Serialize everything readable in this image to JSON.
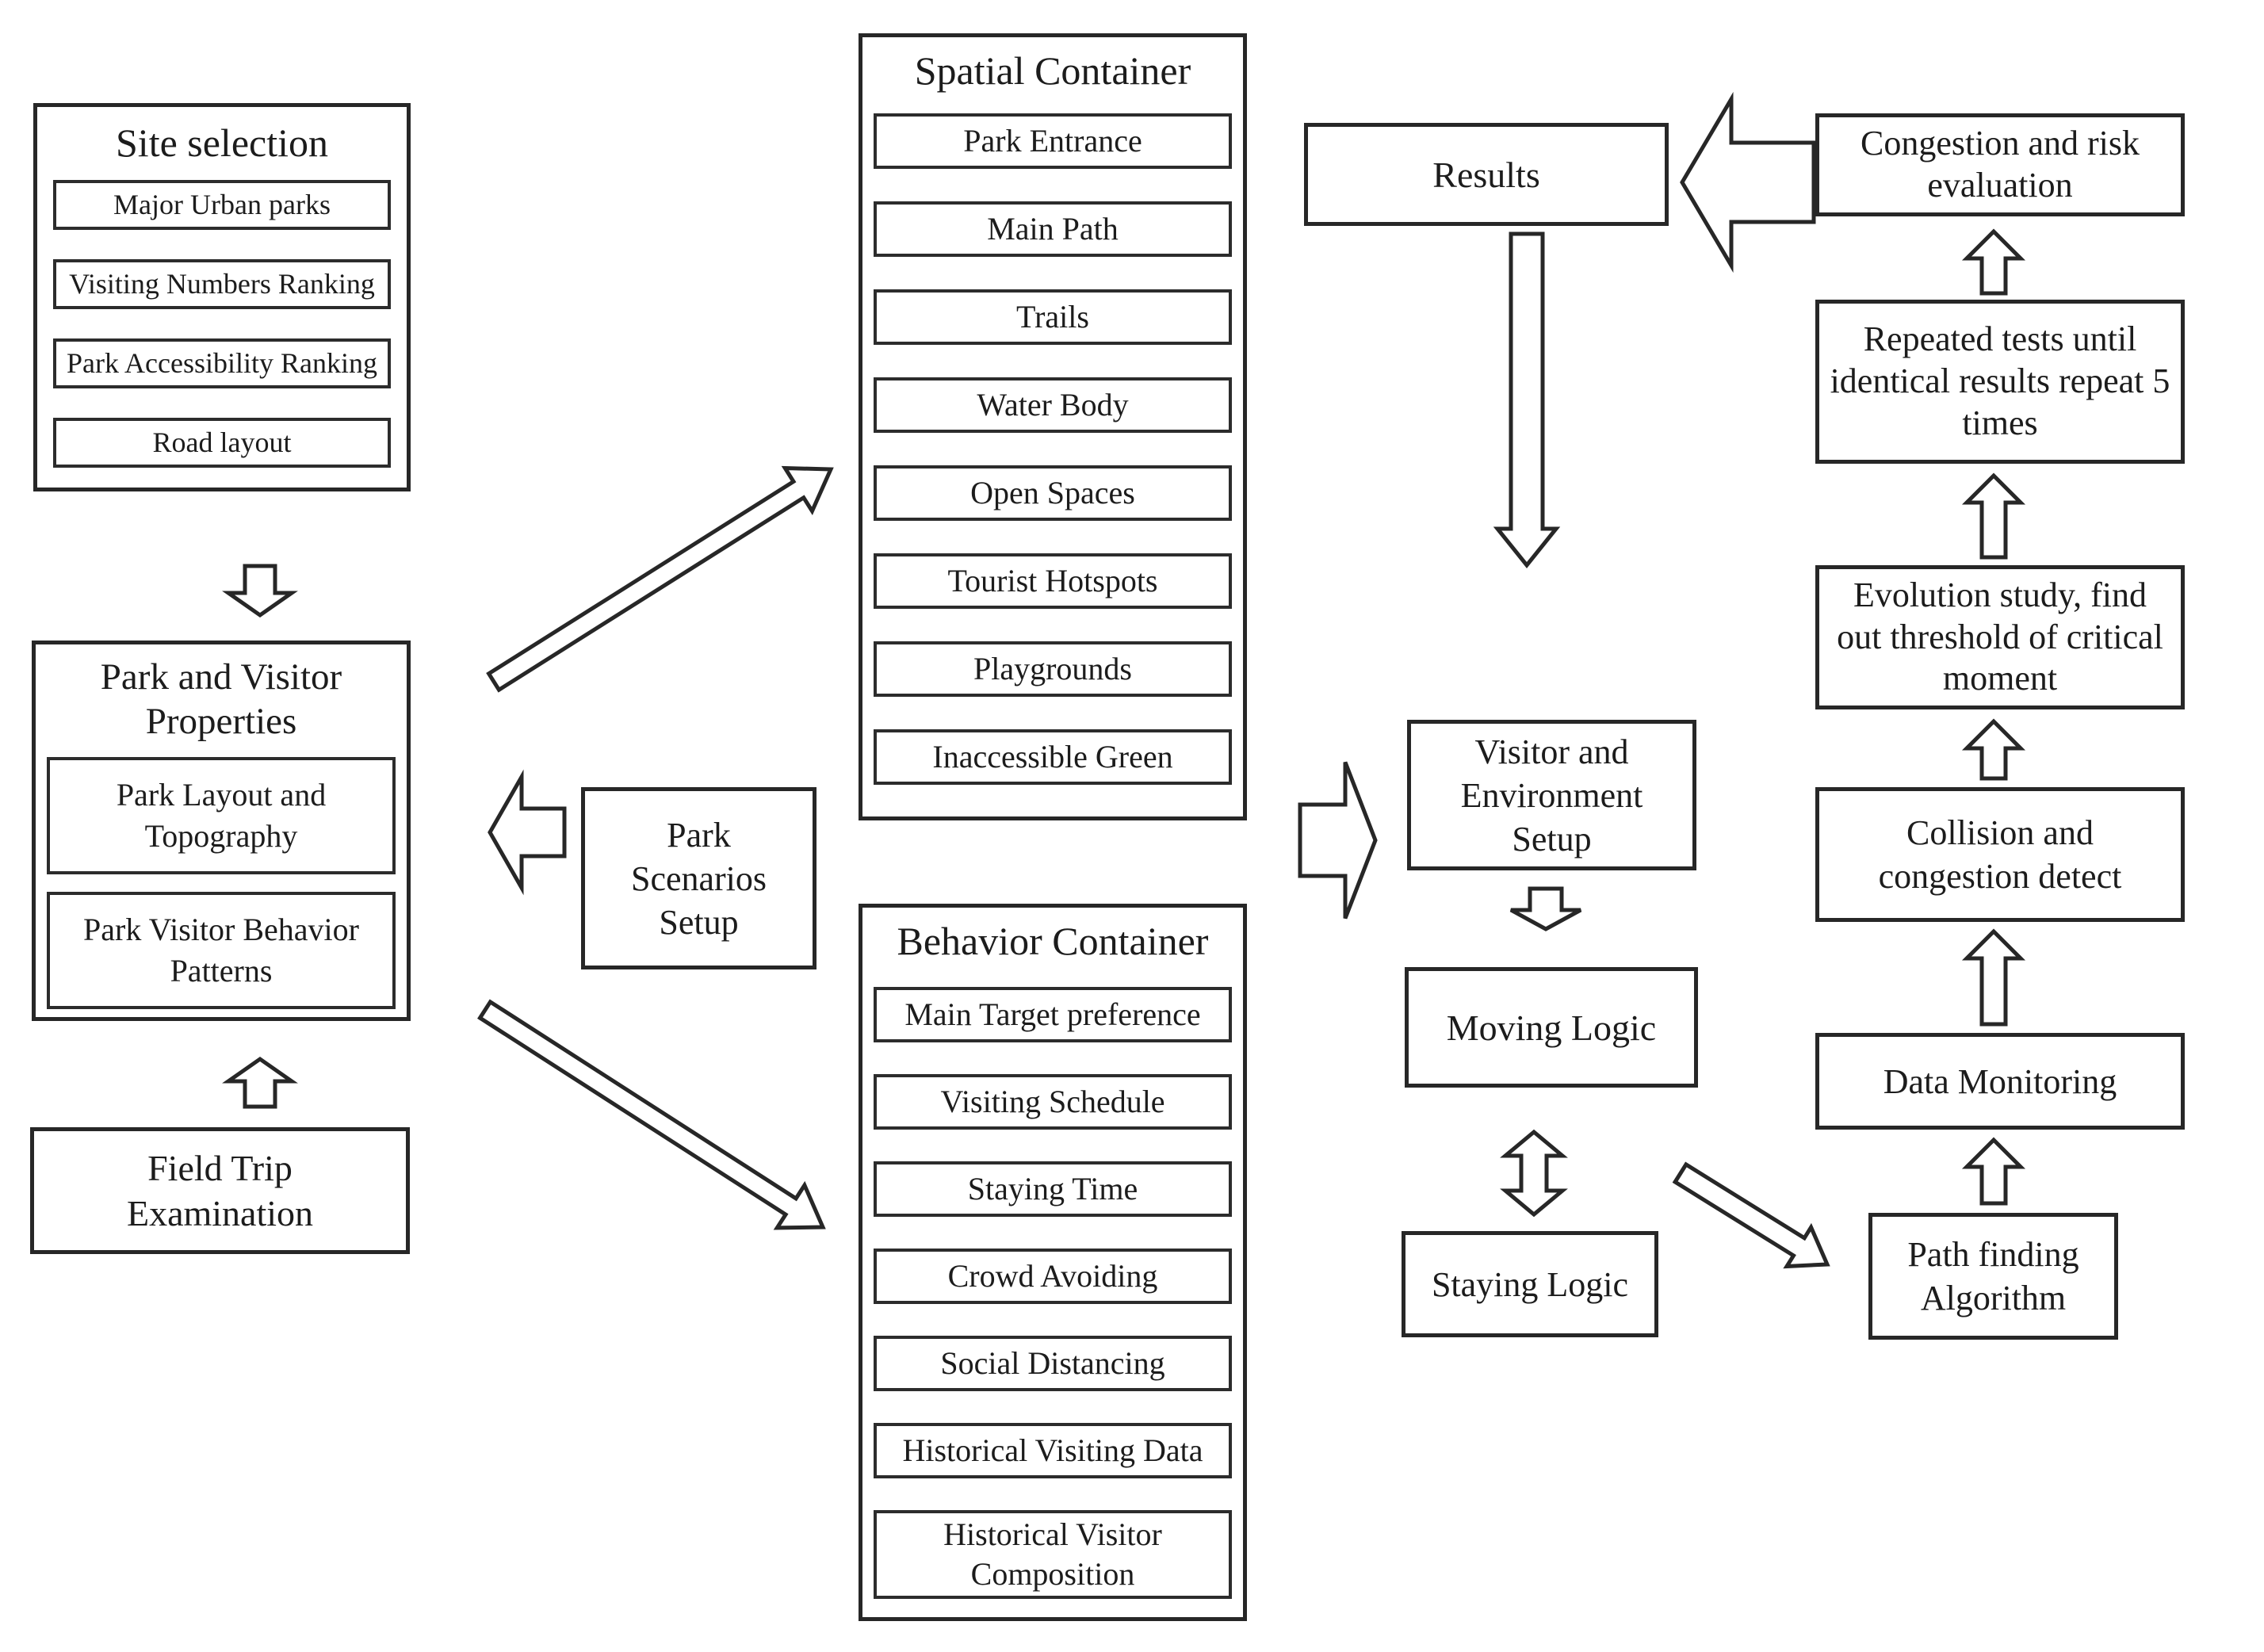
{
  "diagram": {
    "site_selection": {
      "title": "Site selection",
      "items": [
        "Major Urban parks",
        "Visiting Numbers Ranking",
        "Park Accessibility Ranking",
        "Road layout"
      ]
    },
    "park_visitor_properties": {
      "title": "Park and Visitor Properties",
      "items": [
        "Park Layout and Topography",
        "Park Visitor Behavior Patterns"
      ]
    },
    "field_trip_label": "Field Trip Examination",
    "park_scenarios_label": "Park Scenarios Setup",
    "spatial_container": {
      "title": "Spatial Container",
      "items": [
        "Park Entrance",
        "Main Path",
        "Trails",
        "Water Body",
        "Open Spaces",
        "Tourist Hotspots",
        "Playgrounds",
        "Inaccessible Green"
      ]
    },
    "behavior_container": {
      "title": "Behavior Container",
      "items": [
        "Main Target preference",
        "Visiting Schedule",
        "Staying Time",
        "Crowd Avoiding",
        "Social Distancing",
        "Historical Visiting Data",
        "Historical Visitor Composition"
      ]
    },
    "results_label": "Results",
    "visitor_env_setup_label": "Visitor and Environment Setup",
    "moving_logic_label": "Moving Logic",
    "staying_logic_label": "Staying Logic",
    "right_column": [
      "Congestion and risk evaluation",
      "Repeated tests until identical results repeat 5 times",
      "Evolution study, find out threshold of critical moment",
      "Collision and congestion detect",
      "Data Monitoring",
      "Path finding Algorithm"
    ]
  },
  "colors": {
    "box_border": "#272727",
    "arrow_stroke": "#272727",
    "arrow_fill": "#ffffff",
    "text": "#1c1c1c",
    "background": "#ffffff"
  }
}
